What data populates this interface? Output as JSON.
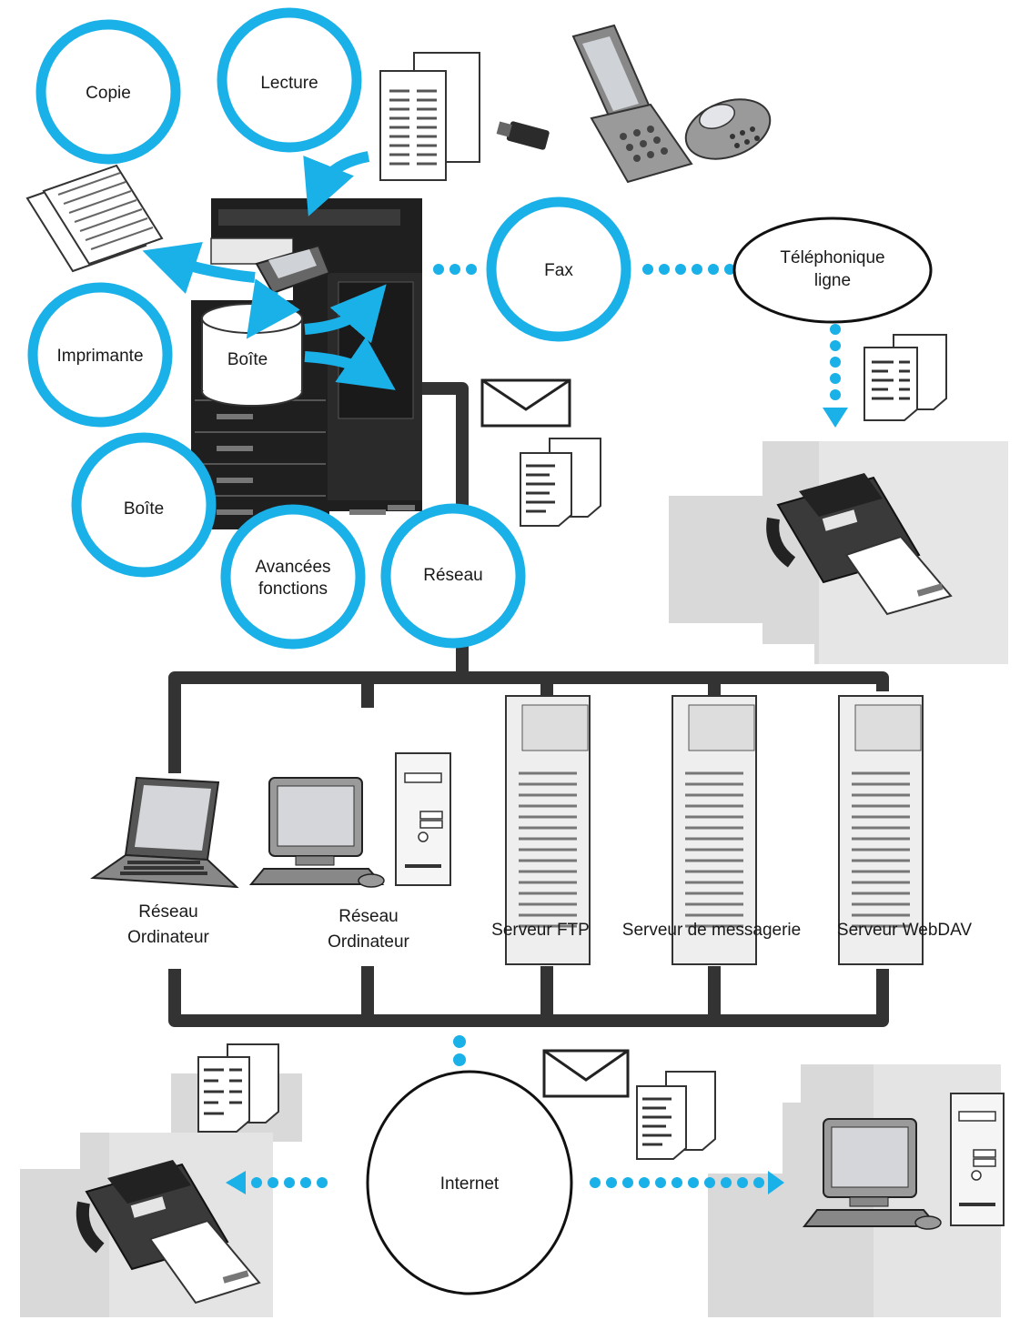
{
  "functions": {
    "copy": "Copie",
    "scan": "Lecture",
    "printer": "Imprimante",
    "box": "Boîte",
    "advanced": [
      "Avancées",
      "fonctions"
    ],
    "network": "Réseau",
    "fax": "Fax"
  },
  "device": {
    "box_label": "Boîte"
  },
  "telephone_line": [
    "Téléphonique",
    "ligne"
  ],
  "internet": "Internet",
  "network_devices": {
    "pc1": [
      "Réseau",
      "Ordinateur"
    ],
    "pc2": [
      "Réseau",
      "Ordinateur"
    ],
    "ftp": "Serveur FTP",
    "mail": "Serveur de messagerie",
    "webdav": "Serveur WebDAV"
  },
  "colors": {
    "accent": "#1ab0e8",
    "line": "#333333",
    "gray_light": "#dcdcdc",
    "gray_mid": "#bdbdbd",
    "device_dark": "#1f1f1f"
  }
}
